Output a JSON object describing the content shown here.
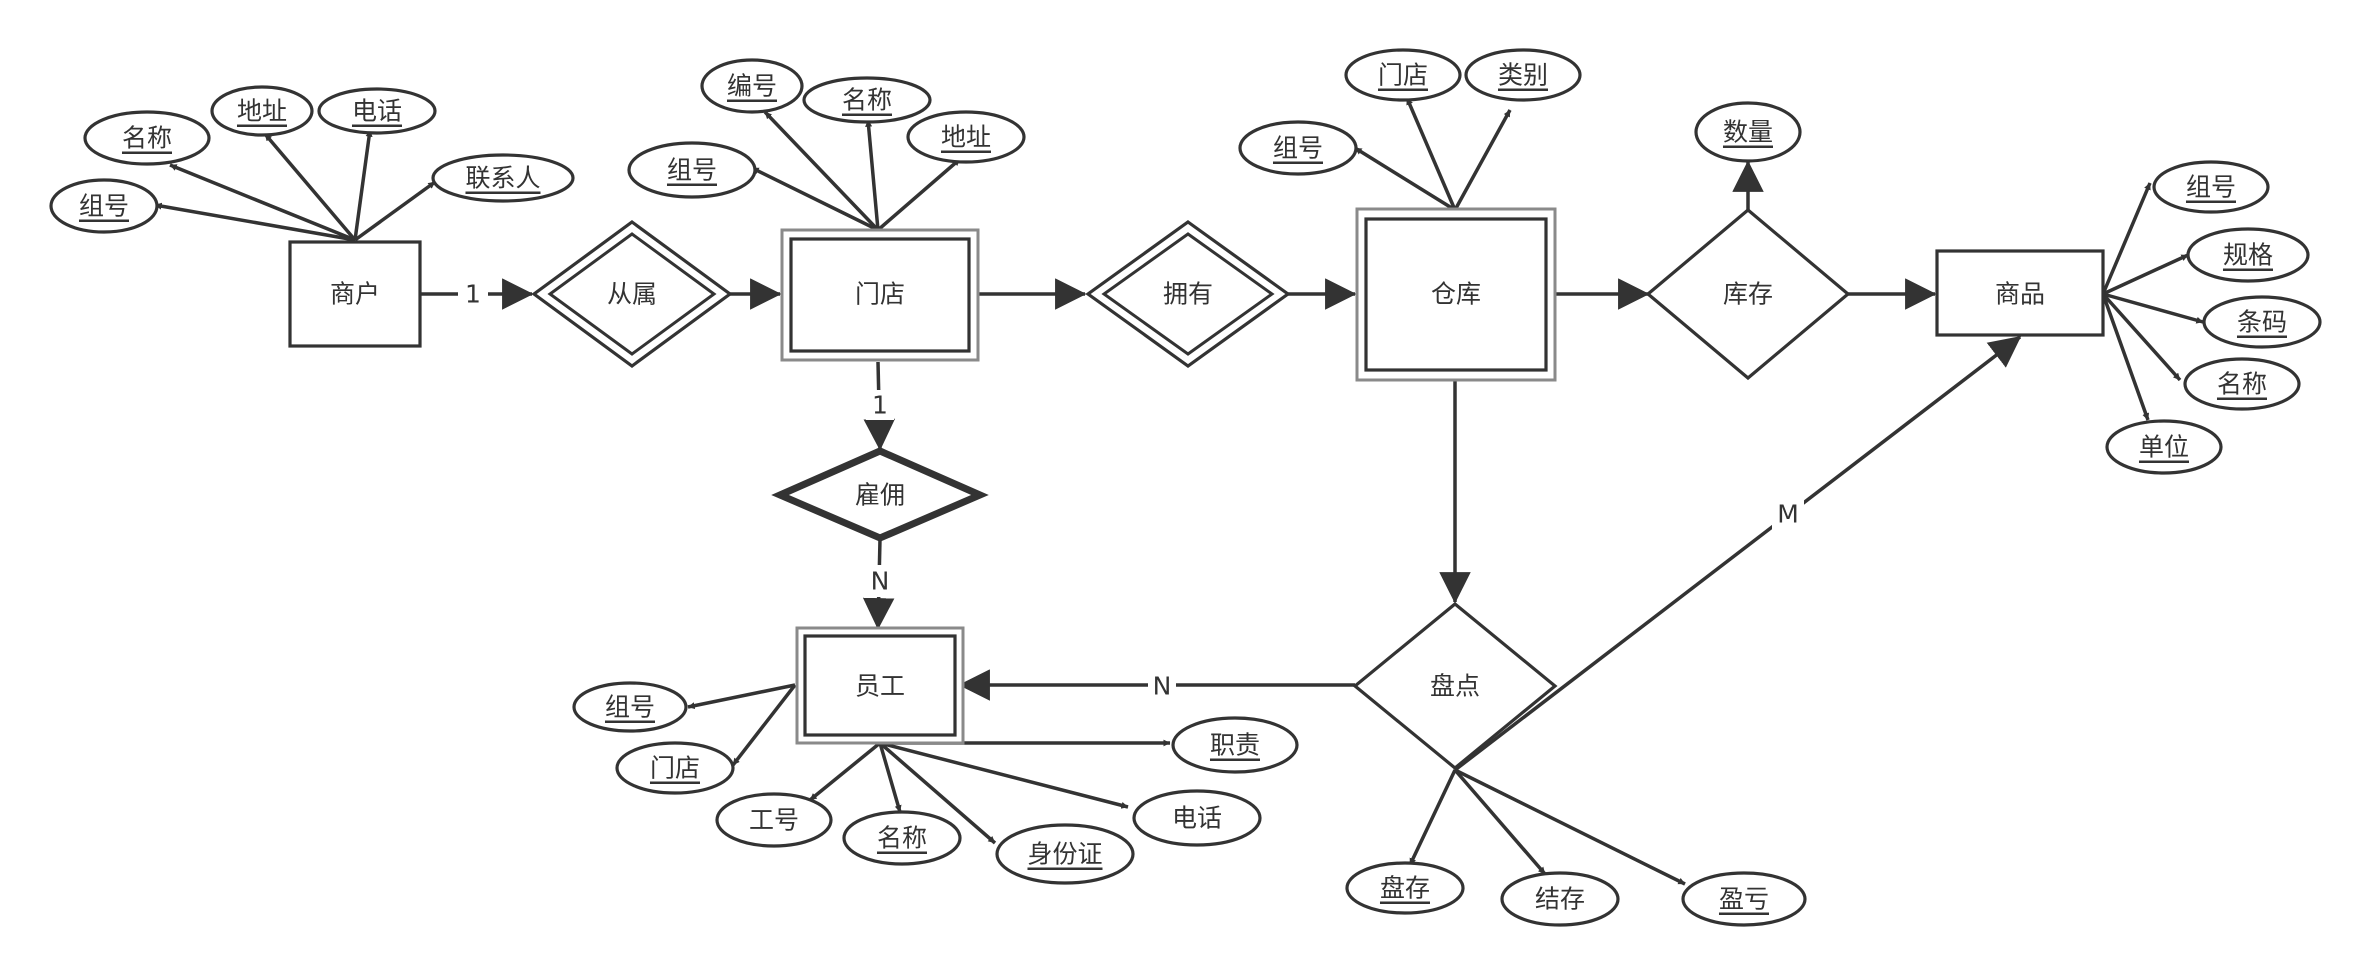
{
  "entities": {
    "merchant": "商户",
    "store": "门店",
    "warehouse": "仓库",
    "goods": "商品",
    "employee": "员工"
  },
  "relationships": {
    "belongs": "从属",
    "owns": "拥有",
    "stock": "库存",
    "employ": "雇佣",
    "inventory": "盘点"
  },
  "attributes": {
    "merchant": [
      "名称",
      "地址",
      "电话",
      "组号",
      "联系人"
    ],
    "store": [
      "编号",
      "名称",
      "地址",
      "组号"
    ],
    "warehouse": [
      "门店",
      "类别",
      "组号"
    ],
    "stock": [
      "数量"
    ],
    "goods": [
      "组号",
      "规格",
      "条码",
      "名称",
      "单位"
    ],
    "employee": [
      "组号",
      "门店",
      "工号",
      "名称",
      "身份证",
      "电话",
      "职责"
    ],
    "inventory": [
      "盘存",
      "结存",
      "盈亏"
    ]
  },
  "cardinalities": {
    "merchant_belongs": "1",
    "store_employ": "1",
    "employ_employee": "N",
    "inventory_employee": "N",
    "inventory_goods": "M"
  },
  "colors": {
    "stroke": "#333333",
    "outer_border": "#8a8a8a",
    "background": "#ffffff"
  }
}
